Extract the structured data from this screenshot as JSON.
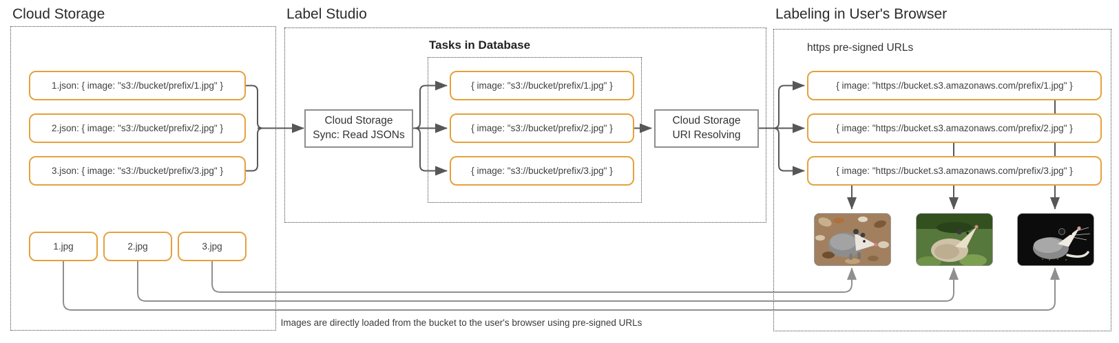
{
  "cloud_storage": {
    "title": "Cloud Storage",
    "json_files": [
      "1.json: { image: \"s3://bucket/prefix/1.jpg\" }",
      "2.json: { image: \"s3://bucket/prefix/2.jpg\" }",
      "3.json: { image: \"s3://bucket/prefix/3.jpg\" }"
    ],
    "jpg_files": [
      "1.jpg",
      "2.jpg",
      "3.jpg"
    ]
  },
  "label_studio": {
    "title": "Label Studio",
    "sync_box": {
      "line1": "Cloud Storage",
      "line2": "Sync: Read JSONs"
    },
    "tasks": {
      "title": "Tasks in Database",
      "items": [
        "{ image: \"s3://bucket/prefix/1.jpg\" }",
        "{ image: \"s3://bucket/prefix/2.jpg\" }",
        "{ image: \"s3://bucket/prefix/3.jpg\" }"
      ]
    },
    "resolver_box": {
      "line1": "Cloud Storage",
      "line2": "URI Resolving"
    }
  },
  "browser": {
    "title": "Labeling in User's Browser",
    "subtitle": "https pre-signed URLs",
    "url_tasks": [
      "{ image: \"https://bucket.s3.amazonaws.com/prefix/1.jpg\" }",
      "{ image: \"https://bucket.s3.amazonaws.com/prefix/2.jpg\" }",
      "{ image: \"https://bucket.s3.amazonaws.com/prefix/3.jpg\" }"
    ],
    "photos": [
      "opossum-on-leaf-litter",
      "opossum-in-grass",
      "opossum-on-black-background"
    ]
  },
  "caption": "Images are directly loaded from the bucket to the user's browser using pre-signed URLs",
  "colors": {
    "accent_orange": "#E5A13C",
    "box_border_gray": "#8E8E8E",
    "line_dark": "#575757",
    "line_light": "#8F8F8F",
    "dotted_border": "#3F3F3F",
    "text": "#3F3F3F"
  }
}
